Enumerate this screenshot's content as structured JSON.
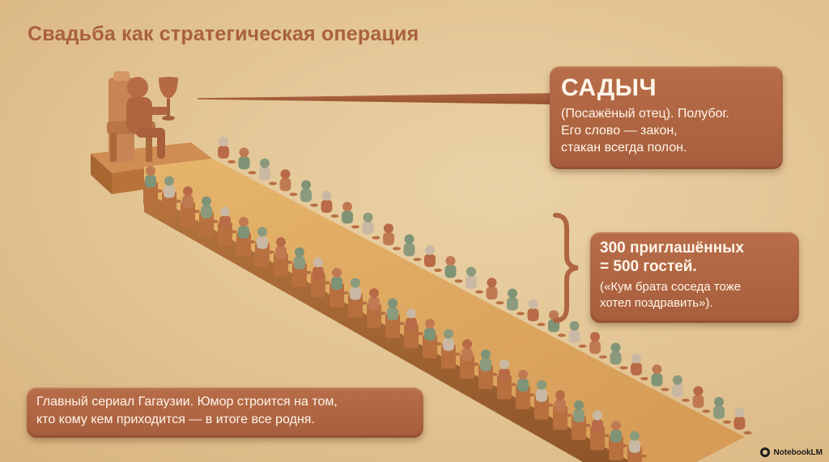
{
  "title": "Свадьба как стратегическая операция",
  "cards": {
    "saadych": {
      "heading": "САДЫЧ",
      "body": "(Посажёный отец). Полубог.\nЕго слово — закон,\nстакан всегда полон."
    },
    "guests": {
      "heading": "300 приглашённых\n= 500 гостей.",
      "body": "(«Кум брата соседа тоже\nхотел поздравить»)."
    },
    "series": {
      "body": "Главный сериал Гагаузии. Юмор строится на том,\nкто кому кем приходится — в итоге все родня."
    }
  },
  "branding": {
    "label": "NotebookLM",
    "icon": "notebooklm-logo-icon"
  },
  "colors": {
    "background": "#e2c392",
    "card": "#a75e3c",
    "title": "#a8613f",
    "table": "#d9a35f",
    "chair": "#b8703f"
  },
  "illustration": {
    "figure_colors": [
      "#b96a46",
      "#7f9377",
      "#c9b8a4",
      "#c07a52",
      "#8b9a7c"
    ]
  }
}
